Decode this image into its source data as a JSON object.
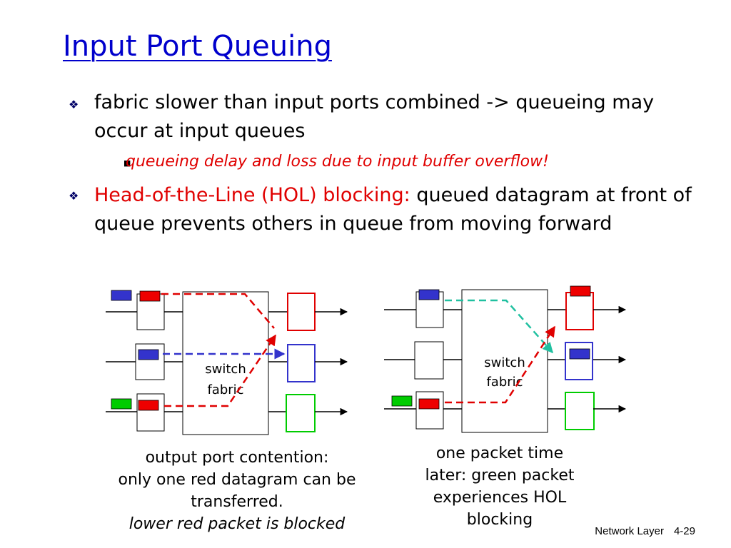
{
  "title": "Input Port Queuing",
  "bullets": [
    {
      "text": "fabric slower than input ports combined -> queueing may occur at input queues"
    },
    {
      "highlight": "Head-of-the-Line (HOL) blocking:",
      "text": " queued datagram at front of queue prevents others in queue from moving forward"
    }
  ],
  "sub_bullet": "queueing delay and loss due to input buffer overflow!",
  "diagram_left": {
    "fabric_label_1": "switch",
    "fabric_label_2": "fabric",
    "caption_line1": "output port contention:",
    "caption_line2": "only one red datagram can be",
    "caption_line3": "transferred.",
    "caption_line4": "lower red packet is blocked"
  },
  "diagram_right": {
    "fabric_label_1": "switch",
    "fabric_label_2": "fabric",
    "caption_line1": "one packet time",
    "caption_line2": "later: green packet",
    "caption_line3": "experiences HOL",
    "caption_line4": "blocking"
  },
  "footer": {
    "section": "Network Layer",
    "page": "4-29"
  },
  "colors": {
    "title": "#0000cc",
    "highlight": "#e00000",
    "packet_blue": "#3333cc",
    "packet_red": "#ee0000",
    "packet_green": "#00cc00",
    "teal": "#20c0a0"
  }
}
